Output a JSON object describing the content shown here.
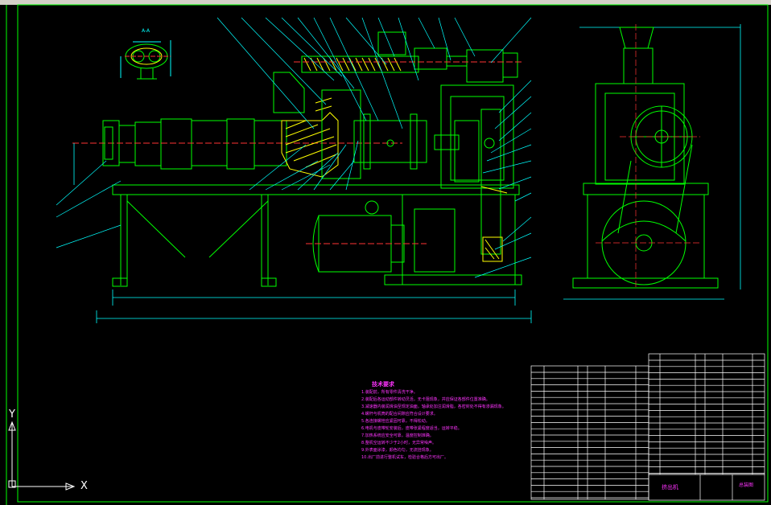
{
  "app": {
    "name": "AutoCAD drawing view",
    "background": "#000000",
    "colors": {
      "frame": "#00ff00",
      "leader": "#00ffff",
      "section": "#ffff00",
      "text": "#ff33ff",
      "center": "#ff3333",
      "white": "#ffffff"
    }
  },
  "drawing": {
    "section_label": "A-A"
  },
  "technical_notes": {
    "title": "技术要求",
    "lines": [
      "1.装配前，所有零件清洗干净。",
      "2.装配后各运动部件转动灵活，无卡阻现象，并应保证各部件位置准确。",
      "3.减速器内装润滑油至规定油面，轴承处加注润滑脂，各密封处不得有渗漏现象。",
      "4.螺杆与机筒的配合间隙应符合设计要求。",
      "5.各连接螺栓应紧固可靠，不得松动。",
      "6.电机与皮带轮安装后，皮带张紧程度适当，运转平稳。",
      "7.加热系统应安全可靠，温度控制准确。",
      "8.整机空运转不少于2小时，无异常噪声。",
      "9.外表面涂漆，颜色均匀，无流挂现象。",
      "10.出厂前进行整机试车，检验合格后方可出厂。"
    ]
  },
  "title_block": {
    "drawing_name": "挤出机",
    "sheet_label": "总装图"
  },
  "ucs": {
    "x_label": "X",
    "y_label": "Y"
  }
}
